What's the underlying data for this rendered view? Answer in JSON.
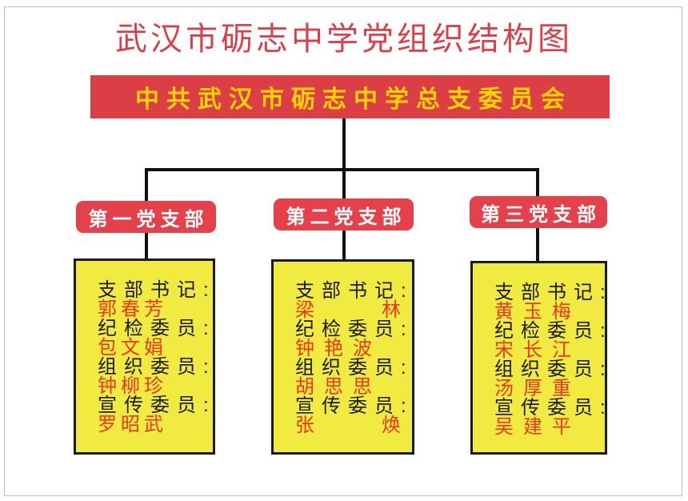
{
  "title": "武汉市砺志中学党组织结构图",
  "committee": {
    "label": "中共武汉市砺志中学总支委员会"
  },
  "branches": [
    {
      "name": "第一党支部",
      "members": [
        {
          "role": "支部书记:",
          "person": "郭春芳"
        },
        {
          "role": "纪检委员:",
          "person": "包文娟"
        },
        {
          "role": "组织委员:",
          "person": "钟柳珍"
        },
        {
          "role": "宣传委员:",
          "person": "罗昭武"
        }
      ]
    },
    {
      "name": "第二党支部",
      "members": [
        {
          "role": "支部书记:",
          "person": "梁　　林"
        },
        {
          "role": "纪检委员:",
          "person": "钟艳波"
        },
        {
          "role": "组织委员:",
          "person": "胡思思"
        },
        {
          "role": "宣传委员:",
          "person": "张　　焕"
        }
      ]
    },
    {
      "name": "第三党支部",
      "members": [
        {
          "role": "支部书记:",
          "person": "黄玉梅"
        },
        {
          "role": "纪检委员:",
          "person": "宋长江"
        },
        {
          "role": "组织委员:",
          "person": "汤厚重"
        },
        {
          "role": "宣传委员:",
          "person": "吴建平"
        }
      ]
    }
  ],
  "colors": {
    "title_red": "#d8414a",
    "banner_red": "#dc3e46",
    "branch_red": "#e4414b",
    "banner_gold": "#ffd404",
    "box_yellow": "#f0ea41",
    "name_red": "#e8391e",
    "line_black": "#111111"
  }
}
